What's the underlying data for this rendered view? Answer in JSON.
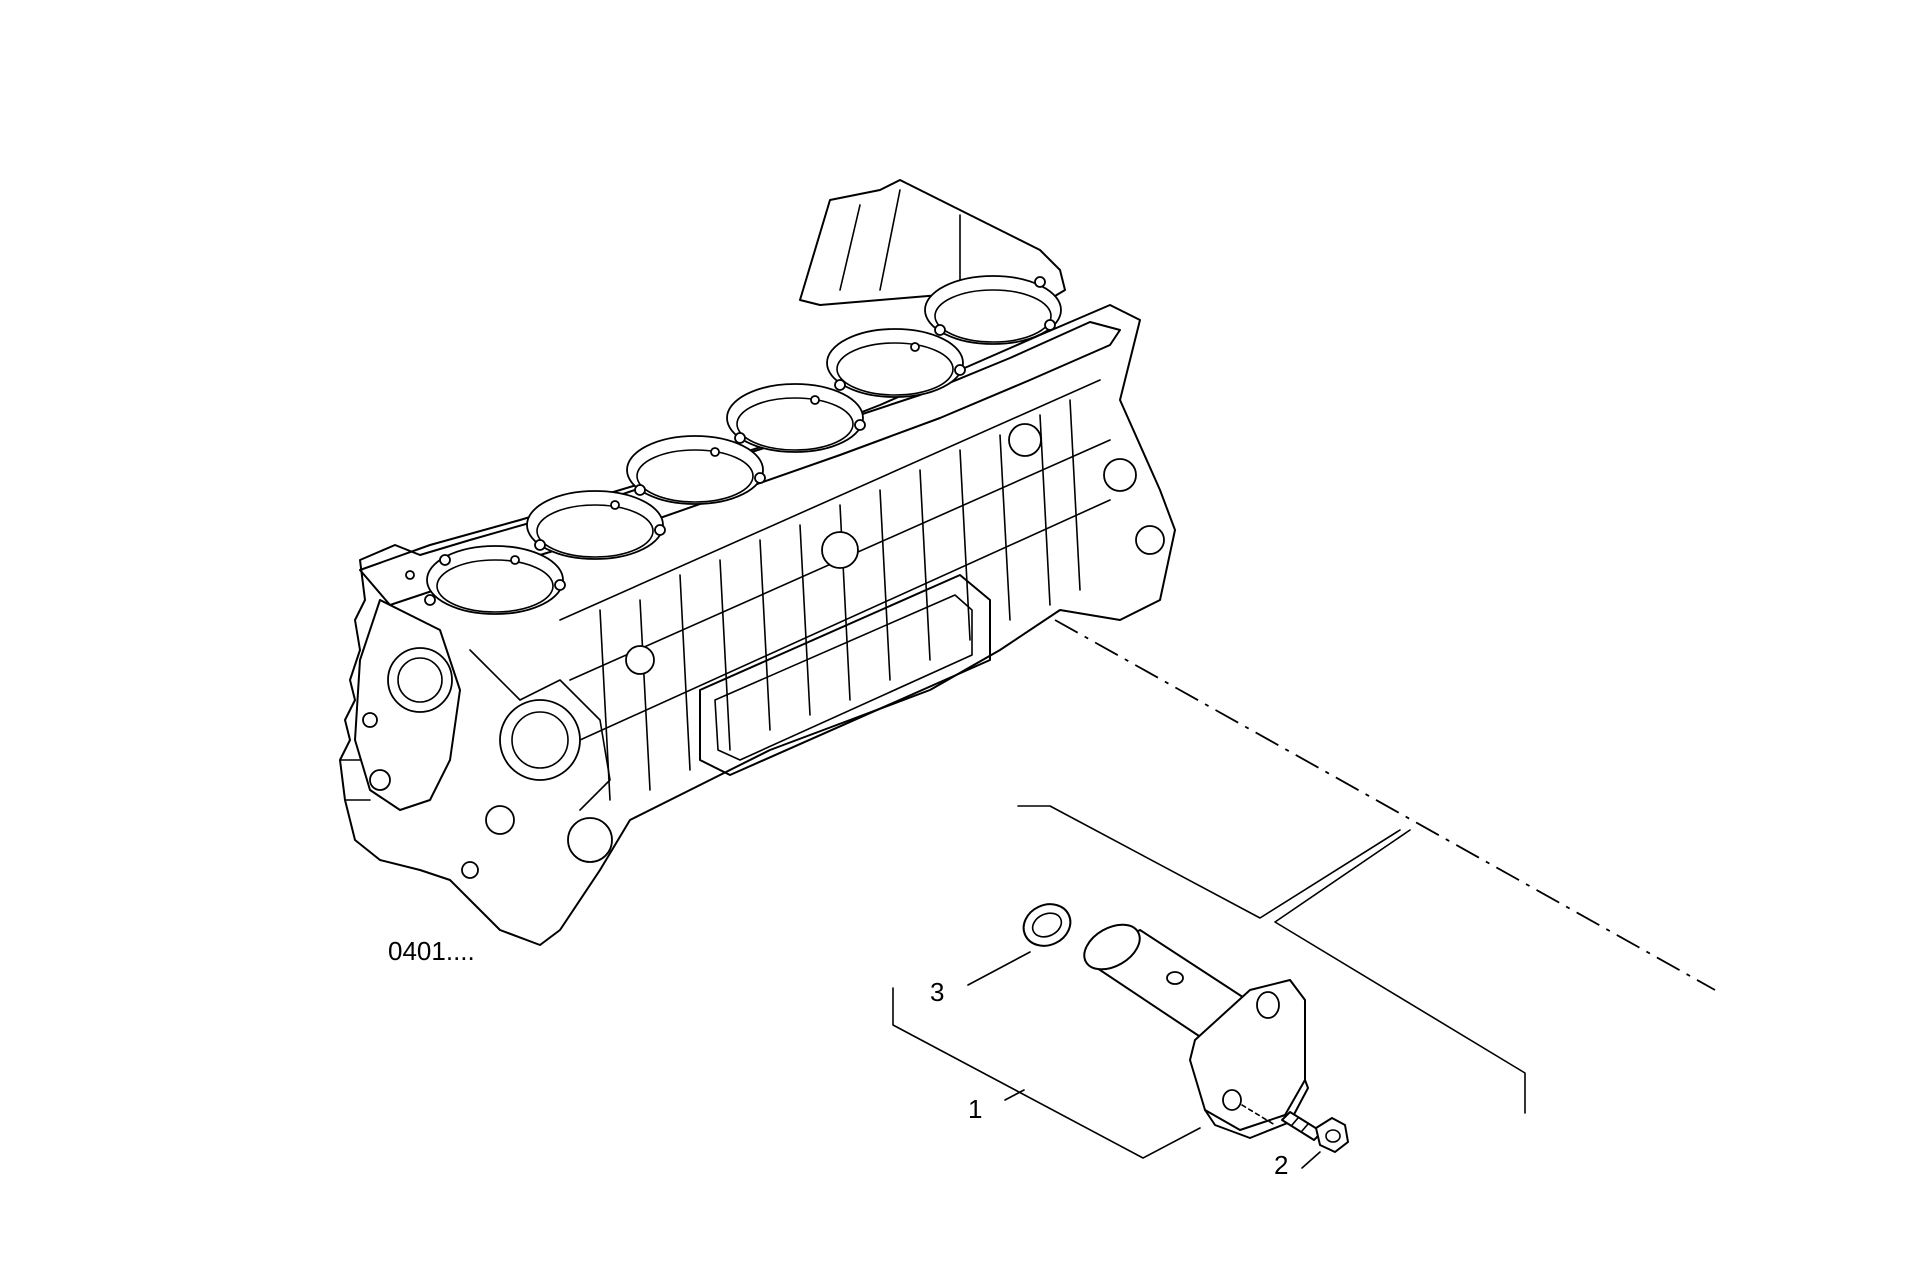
{
  "figure": {
    "reference_label": "0401....",
    "callouts": [
      "1",
      "2",
      "3"
    ]
  },
  "parts": {
    "engine_block": {
      "name": "engine-block",
      "cylinders": 6
    },
    "tube": {
      "callout": "1"
    },
    "screw": {
      "callout": "2"
    },
    "seal_ring": {
      "callout": "3"
    }
  },
  "style": {
    "line_color": "#000000",
    "background": "#ffffff"
  }
}
